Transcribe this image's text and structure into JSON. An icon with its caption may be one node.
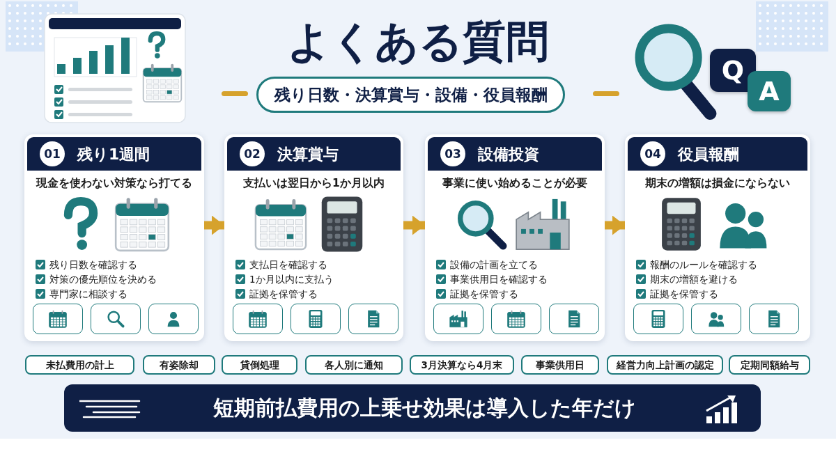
{
  "diagram": {
    "title": "よくある質問",
    "nodes": [
      {
        "text": [
          "残り日数・決算賞与・設備・役員報酬"
        ]
      },
      {
        "text": [
          "Q"
        ]
      },
      {
        "text": [
          "A"
        ]
      },
      {
        "text": [
          "01",
          "残り1週間",
          "現金を使わない対策なら打てる",
          "残り日数を確認する",
          "対策の優先順位を決める",
          "専門家に相談する"
        ]
      },
      {
        "text": [
          "02",
          "決算賞与",
          "支払いは翌日から1か月以内",
          "支払日を確認する",
          "1か月以内に支払う",
          "証拠を保管する"
        ]
      },
      {
        "text": [
          "03",
          "設備投資",
          "事業に使い始めることが必要",
          "設備の計画を立てる",
          "事業供用日を確認する",
          "証拠を保管する"
        ]
      },
      {
        "text": [
          "04",
          "役員報酬",
          "期末の増額は損金にならない",
          "報酬のルールを確認する",
          "期末の増額を避ける",
          "証拠を保管する"
        ]
      },
      {
        "text": [
          "未払費用の計上"
        ]
      },
      {
        "text": [
          "有姿除却"
        ]
      },
      {
        "text": [
          "貸倒処理"
        ]
      },
      {
        "text": [
          "各人別に通知"
        ]
      },
      {
        "text": [
          "3月決算なら4月末"
        ]
      },
      {
        "text": [
          "事業供用日"
        ]
      },
      {
        "text": [
          "経営力向上計画の認定"
        ]
      },
      {
        "text": [
          "定期同額給与"
        ]
      },
      {
        "text": [
          "短期前払費用の上乗せ効果は導入した年だけ"
        ]
      }
    ],
    "edges": [
      {
        "from": 3,
        "to": 4,
        "arrow": "to"
      },
      {
        "from": 4,
        "to": 5,
        "arrow": "to"
      },
      {
        "from": 5,
        "to": 6,
        "arrow": "to"
      }
    ]
  }
}
